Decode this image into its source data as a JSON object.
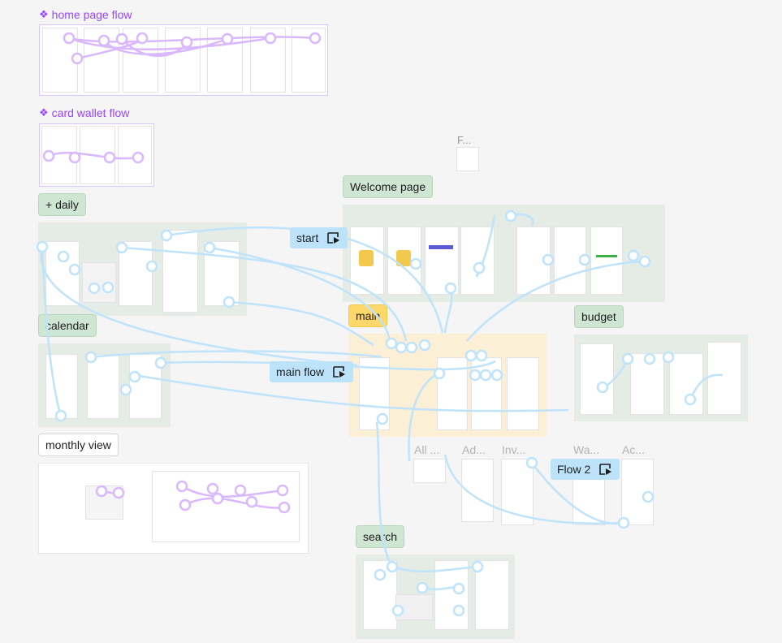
{
  "canvas": {
    "flows": {
      "home_page_flow": "home page flow",
      "card_wallet_flow": "card wallet flow"
    },
    "sections": {
      "welcome_page": "Welcome page",
      "daily": "+ daily",
      "main": "main",
      "budget": "budget",
      "calendar": "calendar",
      "monthly_view": "monthly view",
      "search": "search"
    },
    "prototype_starts": {
      "start": "start",
      "main_flow": "main flow",
      "flow2": "Flow 2"
    },
    "frame_labels": {
      "f": "F...",
      "all": "All ...",
      "ad": "Ad...",
      "inv": "Inv...",
      "wa": "Wa...",
      "ac": "Ac..."
    }
  },
  "colors": {
    "component_purple": "#9747ff",
    "section_green": "#e4ece5",
    "section_yellow": "#fbf0d6",
    "label_green": "#cfe6d2",
    "label_yellow": "#ffd86b",
    "prototype_blue": "#bde3fb",
    "connection_blue": "#bfe3fb",
    "connection_purple": "#d9b8ff"
  },
  "icons": {
    "component": "component-diamond-icon",
    "play": "play-flow-icon"
  }
}
